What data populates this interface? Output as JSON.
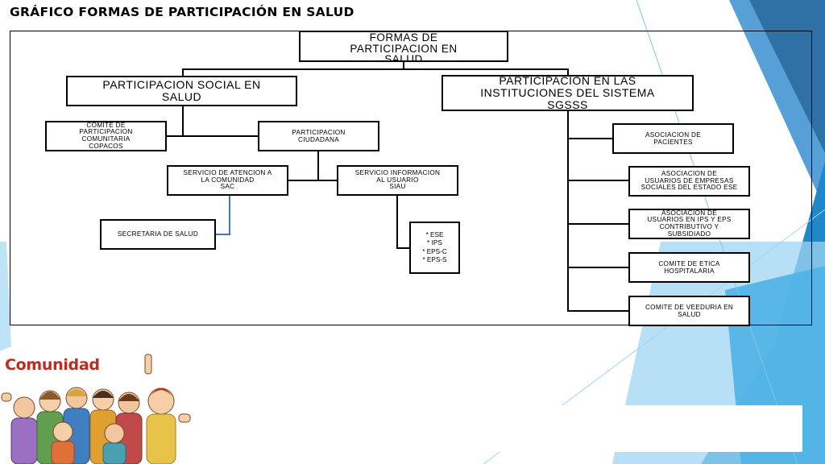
{
  "slide": {
    "title": "GRÁFICO FORMAS DE PARTICIPACIÓN EN SALUD",
    "community_label": "Comunidad"
  },
  "colors": {
    "box_border": "#000000",
    "connector": "#000000",
    "highlight_connector": "#3b7dc4",
    "title_red": "#c22a1c",
    "accent_blues": [
      "#1e88c8",
      "#4fb3e6",
      "#9fd6f3",
      "#2e6f9e"
    ]
  },
  "diagram": {
    "root": {
      "lines": [
        "FORMAS DE",
        "PARTICIPACION EN",
        "SALUD"
      ]
    },
    "social": {
      "lines": [
        "PARTICIPACION SOCIAL EN",
        "SALUD"
      ]
    },
    "institutions": {
      "lines": [
        "PARTICIPACION EN LAS",
        "INSTITUCIONES DEL SISTEMA",
        "SGSSS"
      ]
    },
    "comite": {
      "lines": [
        "COMITE DE",
        "PARTICIPACION",
        "COMUNITARIA",
        "COPACOS"
      ]
    },
    "ciudadana": {
      "lines": [
        "PARTICIPACION",
        "CIUDADANA"
      ]
    },
    "sac": {
      "lines": [
        "SERVICIO DE ATENCION A",
        "LA COMUNIDAD",
        "SAC"
      ]
    },
    "siau": {
      "lines": [
        "SERVICIO INFORMACION",
        "AL USUARIO",
        "SIAU"
      ]
    },
    "secretaria": {
      "lines": [
        "SECRETARIA DE SALUD"
      ]
    },
    "entities": {
      "lines": [
        "* ESE",
        "* IPS",
        "* EPS-C",
        "* EPS-S"
      ]
    },
    "pacientes": {
      "lines": [
        "ASOCIACION DE",
        "PACIENTES"
      ]
    },
    "empresas": {
      "lines": [
        "ASOCIACION DE",
        "USUARIOS DE EMPRESAS",
        "SOCIALES DEL ESTADO ESE"
      ]
    },
    "ips_eps": {
      "lines": [
        "ASOCIACION DE",
        "USUARIOS EN IPS Y EPS",
        "CONTRIBUTIVO Y",
        "SUBSIDIADO"
      ]
    },
    "etica": {
      "lines": [
        "COMITE DE ETICA",
        "HOSPITALARIA"
      ]
    },
    "veeduria": {
      "lines": [
        "COMITE DE VEEDURIA EN",
        "SALUD"
      ]
    }
  }
}
